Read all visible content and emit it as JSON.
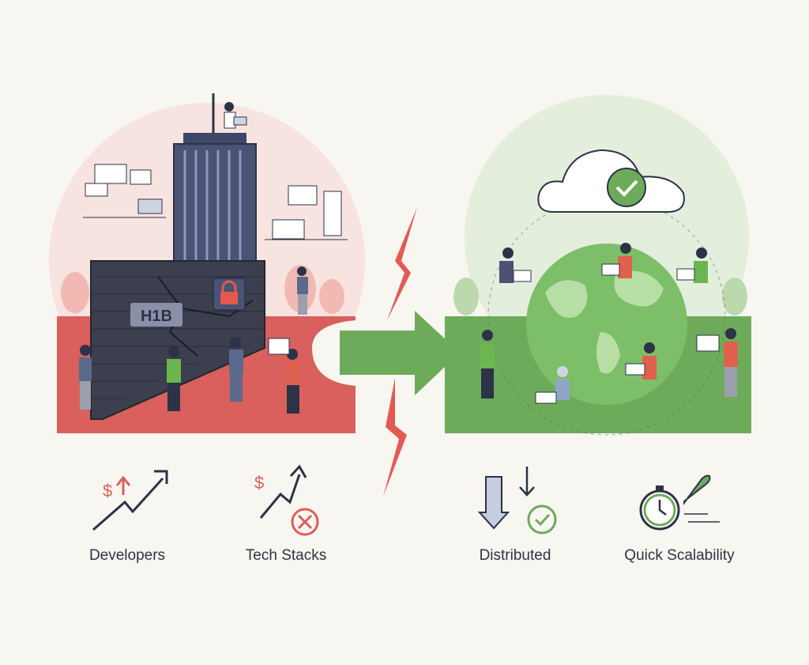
{
  "wall": {
    "label": "H1B"
  },
  "metrics_left": [
    {
      "label": "Developers",
      "icon": "dollar-arrow-up-icon"
    },
    {
      "label": "Tech Stacks",
      "icon": "dollar-arrow-blocked-icon"
    }
  ],
  "metrics_right": [
    {
      "label": "Distributed",
      "icon": "distributed-arrows-check-icon"
    },
    {
      "label": "Quick Scalability",
      "icon": "stopwatch-rocket-icon"
    }
  ],
  "colors": {
    "red": "#d9605c",
    "green": "#6dab5b",
    "navy": "#4a5275",
    "background": "#f8f6f1"
  }
}
